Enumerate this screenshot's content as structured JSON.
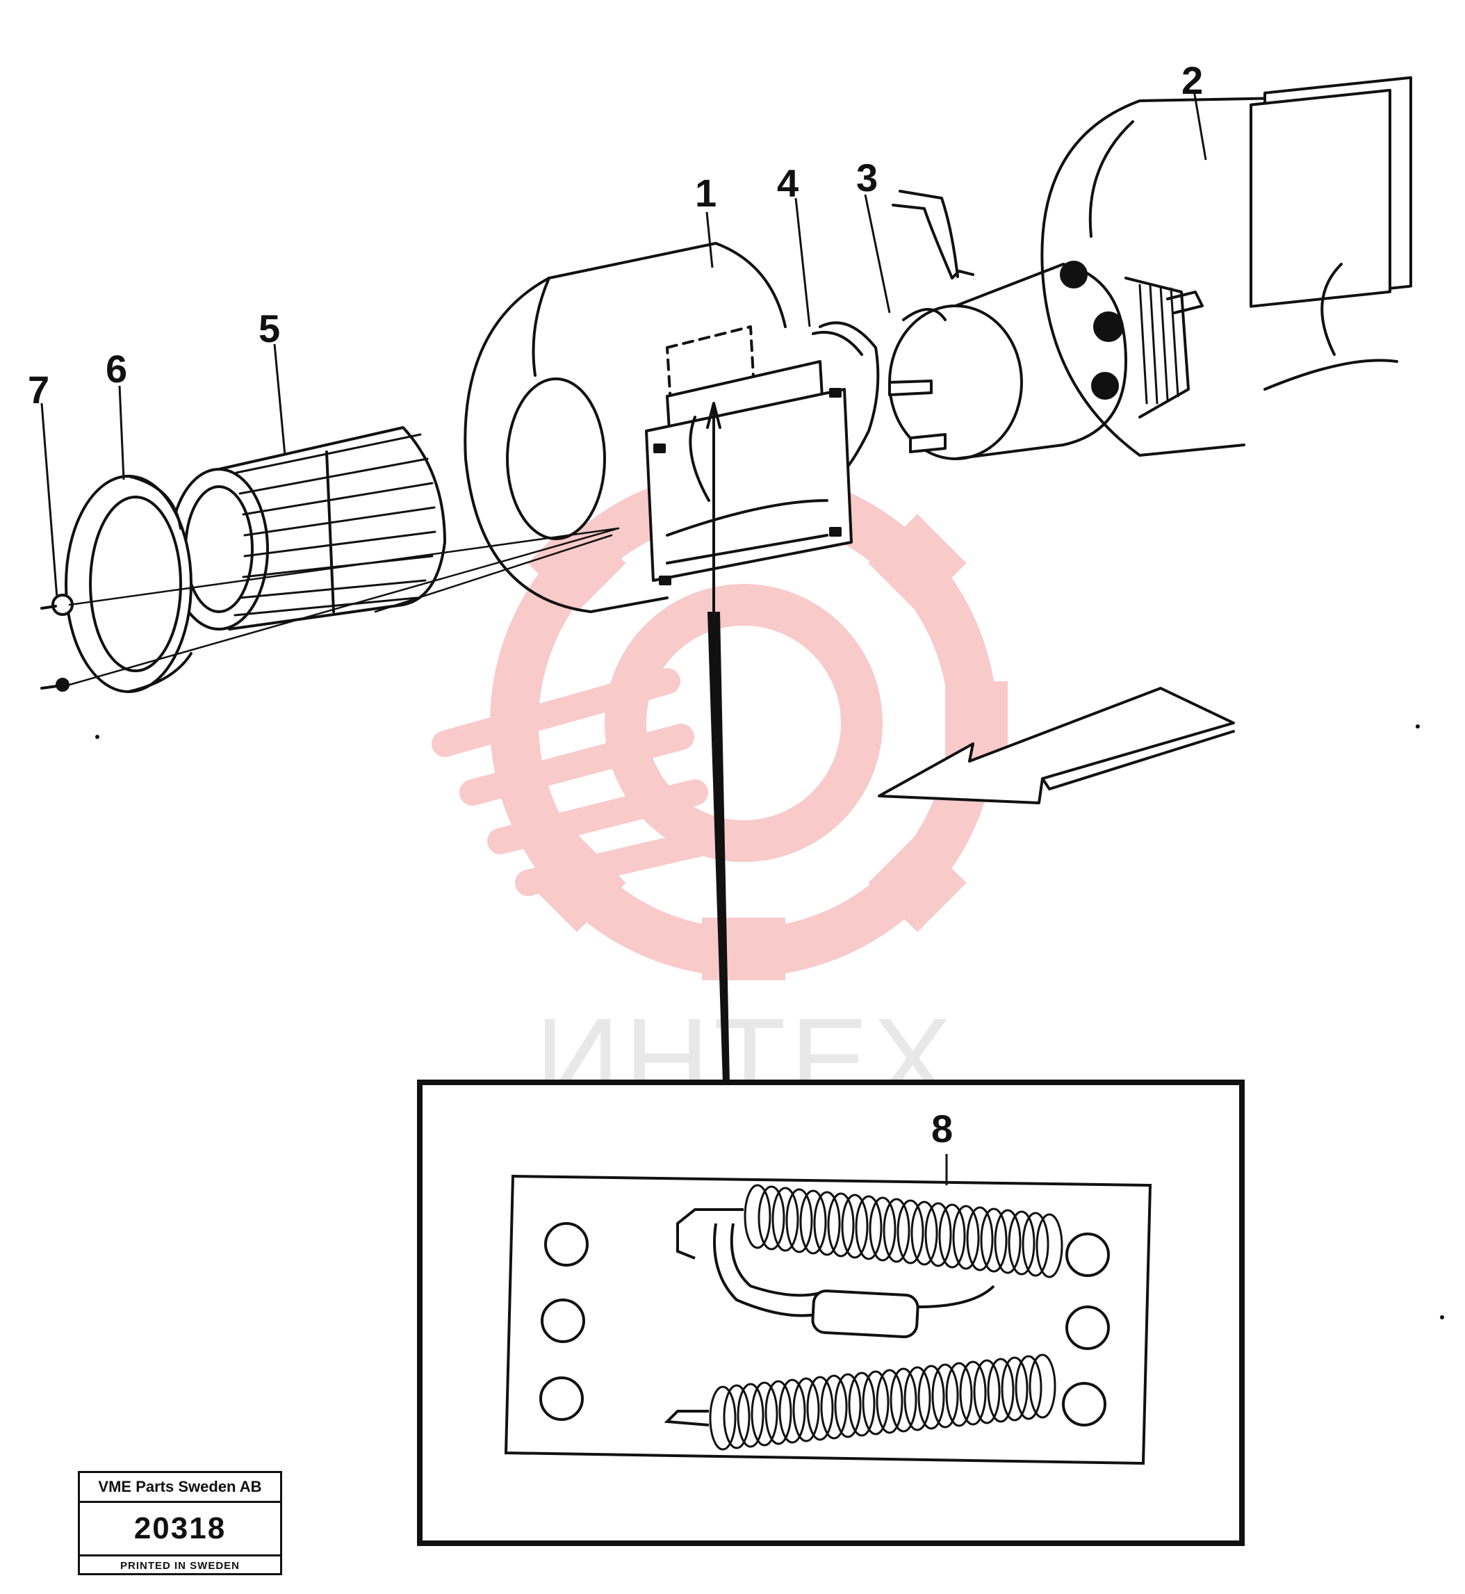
{
  "callouts": {
    "c1": "1",
    "c2": "2",
    "c3": "3",
    "c4": "4",
    "c5": "5",
    "c6": "6",
    "c7": "7",
    "c8": "8"
  },
  "watermark": {
    "text": "ИНТЕХ",
    "color": "#f5b5b5"
  },
  "stamp": {
    "company": "VME Parts Sweden AB",
    "number": "20318",
    "printed": "PRINTED IN SWEDEN"
  }
}
